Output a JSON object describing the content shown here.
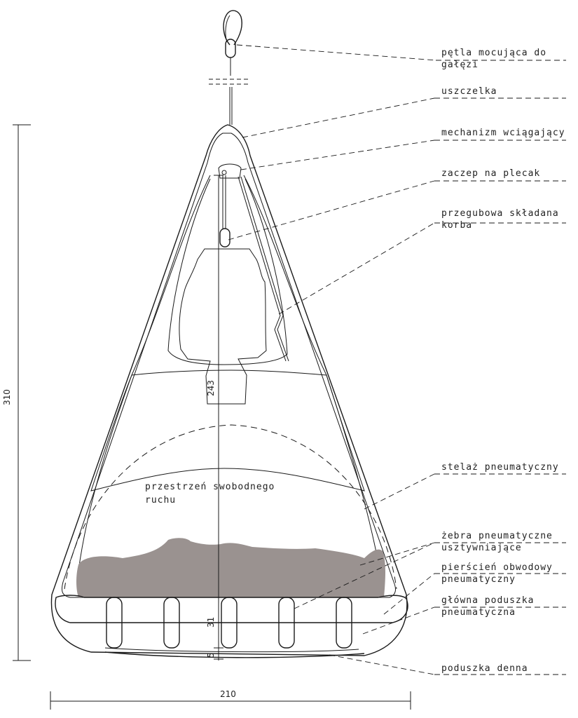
{
  "labels": {
    "petla": [
      "pętla mocująca do",
      "gałęzi"
    ],
    "uszczelka": [
      "uszczelka"
    ],
    "mechanizm": [
      "mechanizm wciągający"
    ],
    "zaczep": [
      "zaczep na plecak"
    ],
    "korba": [
      "przegubowa składana",
      "korba"
    ],
    "przestrzen": [
      "przestrzeń swobodnego",
      "ruchu"
    ],
    "stelaz": [
      "stelaż pneumatyczny"
    ],
    "zebra": [
      "żebra pneumatyczne",
      "usztywniające"
    ],
    "pierscien": [
      "pierścień obwodowy",
      "pneumatyczny"
    ],
    "poduszka_glowna": [
      "główna poduszka",
      "pneumatyczna"
    ],
    "poduszka_denna": [
      "poduszka denna"
    ]
  },
  "dimensions": {
    "height_total": "310",
    "width_total": "210",
    "inner_height": "243",
    "cushion_height": "31",
    "base_height": "5"
  },
  "colors": {
    "line": "#1a1a1a",
    "silhouette": "#9a9290"
  }
}
